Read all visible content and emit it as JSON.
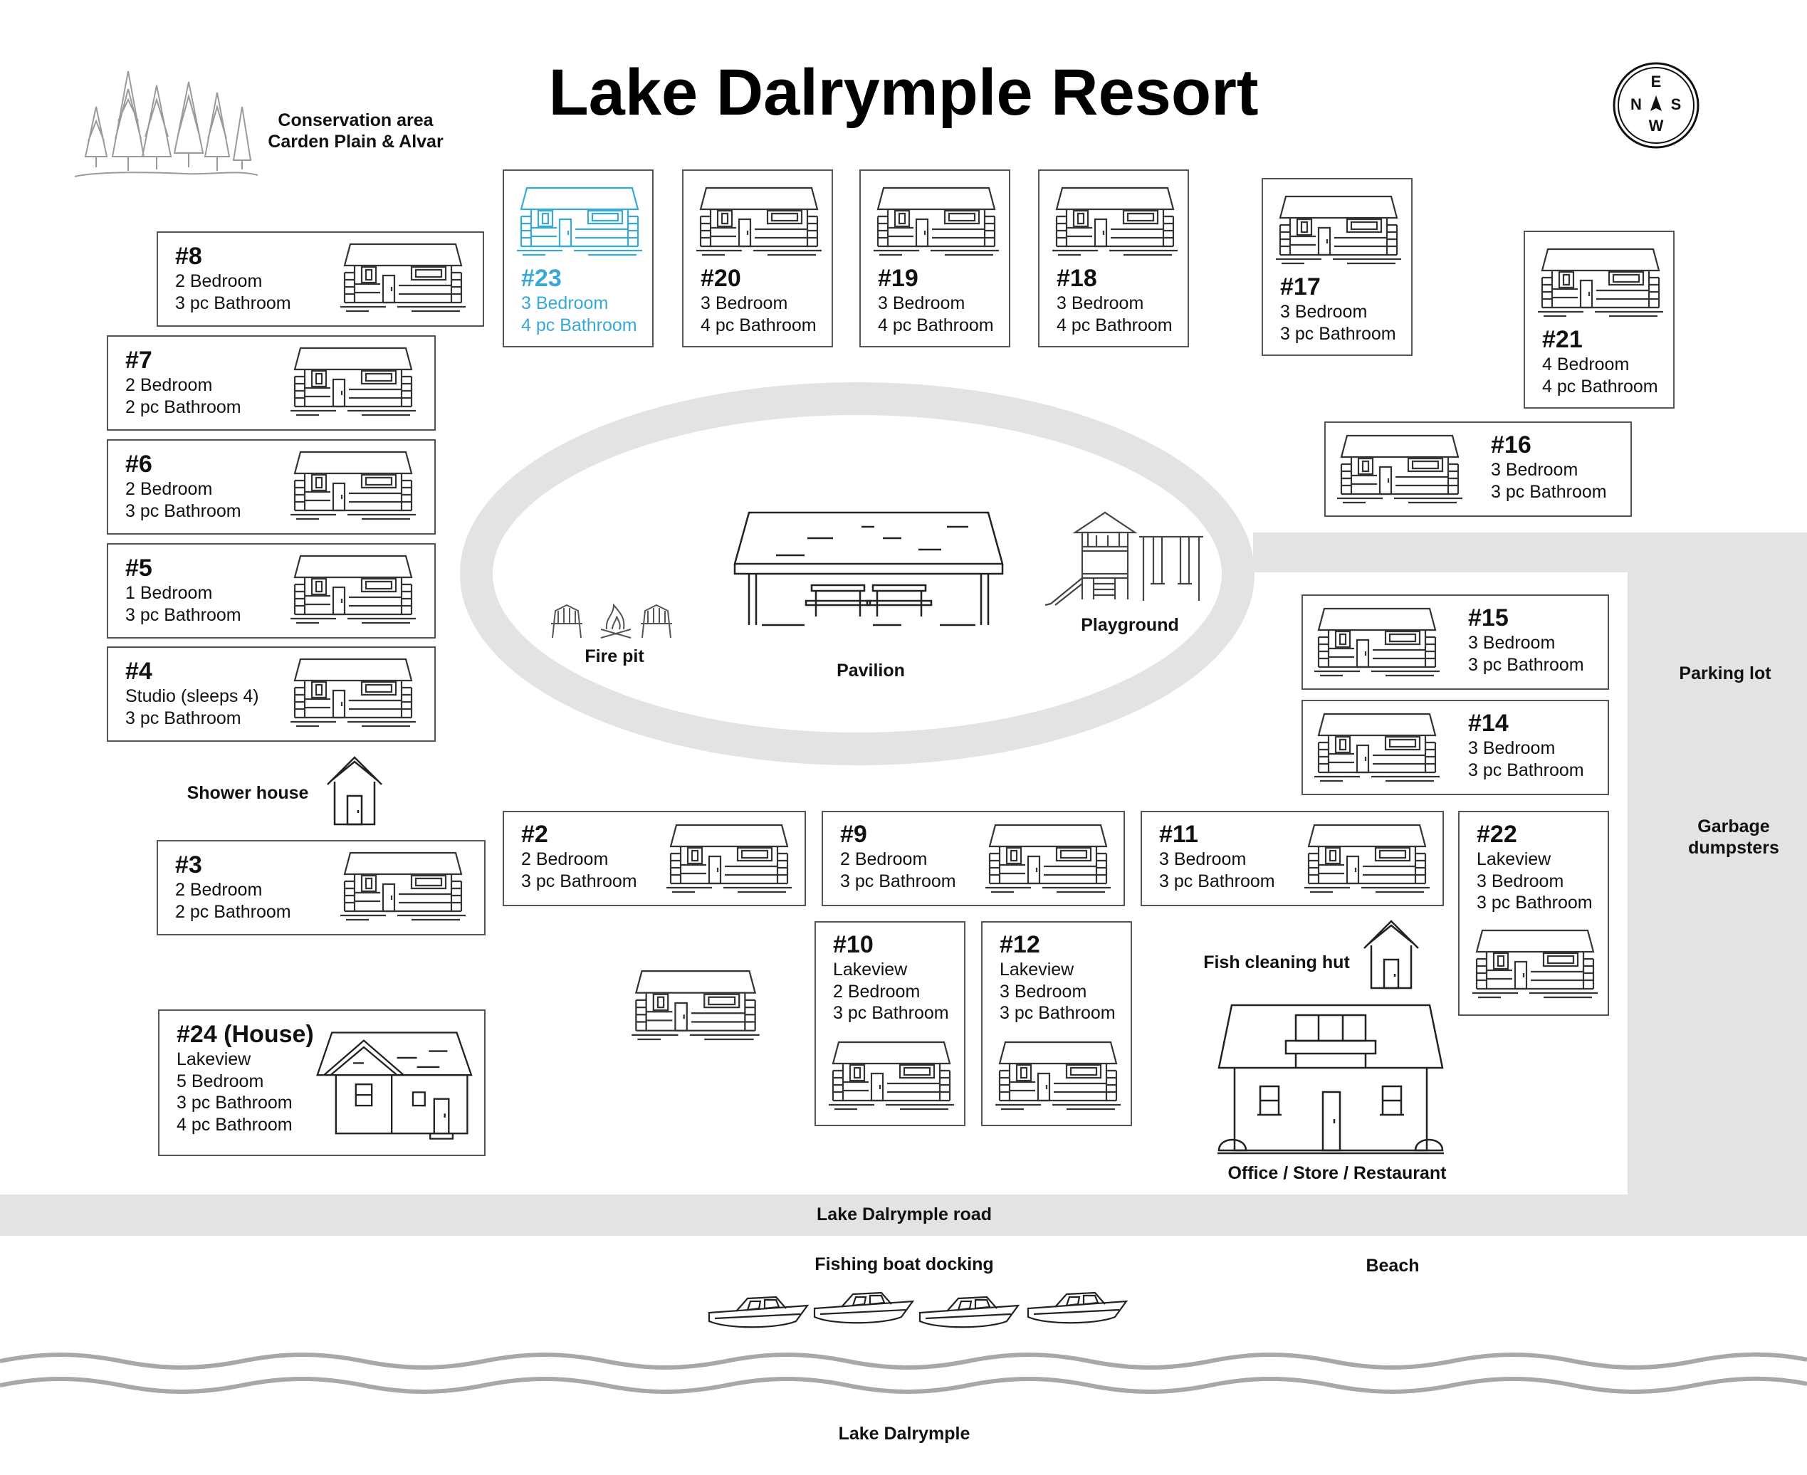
{
  "title": "Lake Dalrymple Resort",
  "conservation": {
    "line1": "Conservation area",
    "line2": "Carden Plain & Alvar"
  },
  "compass": {
    "north": "N",
    "east": "E",
    "south": "S",
    "west": "W"
  },
  "cabins": [
    {
      "id": "c8",
      "number": "#8",
      "lines": [
        "2 Bedroom",
        "3 pc Bathroom"
      ]
    },
    {
      "id": "c7",
      "number": "#7",
      "lines": [
        "2 Bedroom",
        "2 pc Bathroom"
      ]
    },
    {
      "id": "c6",
      "number": "#6",
      "lines": [
        "2 Bedroom",
        "3 pc Bathroom"
      ]
    },
    {
      "id": "c5",
      "number": "#5",
      "lines": [
        "1 Bedroom",
        "3 pc Bathroom"
      ]
    },
    {
      "id": "c4",
      "number": "#4",
      "lines": [
        "Studio (sleeps 4)",
        "3 pc Bathroom"
      ]
    },
    {
      "id": "c3",
      "number": "#3",
      "lines": [
        "2 Bedroom",
        "2 pc Bathroom"
      ]
    },
    {
      "id": "c24",
      "number": "#24 (House)",
      "lines": [
        "Lakeview",
        "5 Bedroom",
        "3 pc Bathroom",
        "4 pc Bathroom"
      ]
    },
    {
      "id": "c23",
      "number": "#23",
      "lines": [
        "3 Bedroom",
        "4 pc Bathroom"
      ],
      "selected": true
    },
    {
      "id": "c20",
      "number": "#20",
      "lines": [
        "3 Bedroom",
        "4 pc Bathroom"
      ]
    },
    {
      "id": "c19",
      "number": "#19",
      "lines": [
        "3 Bedroom",
        "4 pc Bathroom"
      ]
    },
    {
      "id": "c18",
      "number": "#18",
      "lines": [
        "3 Bedroom",
        "4 pc Bathroom"
      ]
    },
    {
      "id": "c17",
      "number": "#17",
      "lines": [
        "3 Bedroom",
        "3 pc Bathroom"
      ]
    },
    {
      "id": "c21",
      "number": "#21",
      "lines": [
        "4 Bedroom",
        "4 pc Bathroom"
      ]
    },
    {
      "id": "c16",
      "number": "#16",
      "lines": [
        "3 Bedroom",
        "3 pc Bathroom"
      ]
    },
    {
      "id": "c15",
      "number": "#15",
      "lines": [
        "3 Bedroom",
        "3 pc Bathroom"
      ]
    },
    {
      "id": "c14",
      "number": "#14",
      "lines": [
        "3 Bedroom",
        "3 pc Bathroom"
      ]
    },
    {
      "id": "c2",
      "number": "#2",
      "lines": [
        "2 Bedroom",
        "3 pc Bathroom"
      ]
    },
    {
      "id": "c9",
      "number": "#9",
      "lines": [
        "2 Bedroom",
        "3 pc Bathroom"
      ]
    },
    {
      "id": "c11",
      "number": "#11",
      "lines": [
        "3 Bedroom",
        "3 pc Bathroom"
      ]
    },
    {
      "id": "c22",
      "number": "#22",
      "lines": [
        "Lakeview",
        "3 Bedroom",
        "3 pc Bathroom"
      ]
    },
    {
      "id": "c10",
      "number": "#10",
      "lines": [
        "Lakeview",
        "2 Bedroom",
        "3 pc Bathroom"
      ]
    },
    {
      "id": "c12",
      "number": "#12",
      "lines": [
        "Lakeview",
        "3 Bedroom",
        "3 pc Bathroom"
      ]
    }
  ],
  "facilities": {
    "fire_pit": "Fire pit",
    "pavilion": "Pavilion",
    "playground": "Playground",
    "shower_house": "Shower house",
    "parking_lot": "Parking lot",
    "garbage": {
      "line1": "Garbage",
      "line2": "dumpsters"
    },
    "fish_cleaning_hut": "Fish cleaning hut",
    "office": "Office / Store / Restaurant",
    "road": "Lake Dalrymple road",
    "boat_docking": "Fishing boat docking",
    "beach": "Beach",
    "lake": "Lake Dalrymple"
  },
  "colors": {
    "selected": "#38a8d6",
    "road": "#e3e3e3",
    "line": "#333333",
    "tree": "#9a9a9a",
    "water": "#a8a8a8"
  }
}
